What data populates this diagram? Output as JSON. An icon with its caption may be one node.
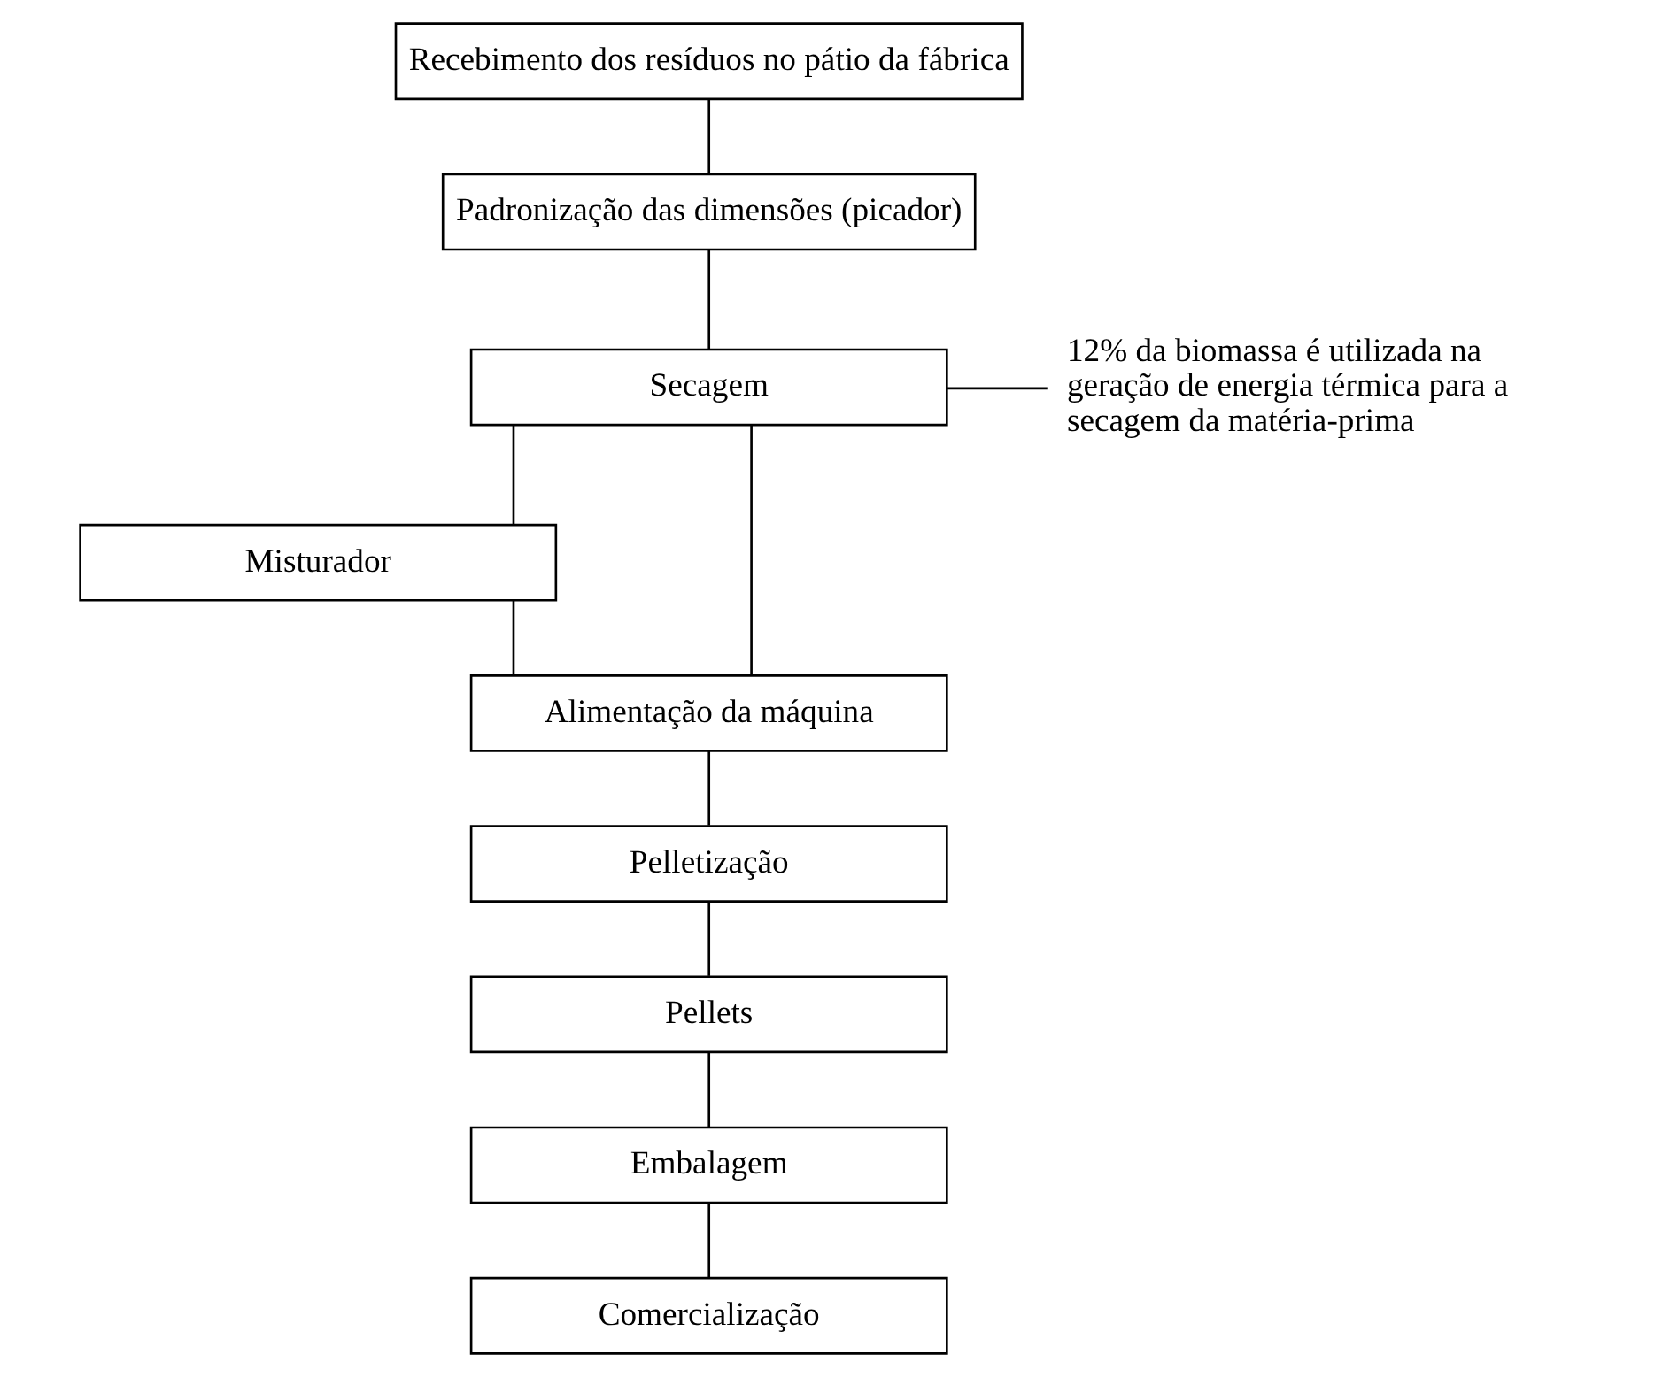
{
  "diagram": {
    "nodes": [
      {
        "text": [
          "Recebimento dos resíduos no pátio da fábrica"
        ]
      },
      {
        "text": [
          "Padronização das dimensões (picador)"
        ]
      },
      {
        "text": [
          "Secagem"
        ]
      },
      {
        "text": [
          "12% da biomassa é utilizada na geração de energia térmica para a secagem da matéria-prima"
        ]
      },
      {
        "text": [
          "Misturador"
        ]
      },
      {
        "text": [
          "Alimentação da máquina"
        ]
      },
      {
        "text": [
          "Pelletização"
        ]
      },
      {
        "text": [
          "Pellets"
        ]
      },
      {
        "text": [
          "Embalagem"
        ]
      },
      {
        "text": [
          "Comercialização"
        ]
      }
    ],
    "edges": [
      {
        "from": 0,
        "to": 1,
        "arrow": "none"
      },
      {
        "from": 1,
        "to": 2,
        "arrow": "none"
      },
      {
        "from": 2,
        "to": 3,
        "arrow": "none"
      },
      {
        "from": 2,
        "to": 4,
        "arrow": "none"
      },
      {
        "from": 4,
        "to": 5,
        "arrow": "none"
      },
      {
        "from": 2,
        "to": 5,
        "arrow": "none"
      },
      {
        "from": 5,
        "to": 6,
        "arrow": "none"
      },
      {
        "from": 6,
        "to": 7,
        "arrow": "none"
      },
      {
        "from": 7,
        "to": 8,
        "arrow": "none"
      },
      {
        "from": 8,
        "to": 9,
        "arrow": "none"
      }
    ]
  }
}
